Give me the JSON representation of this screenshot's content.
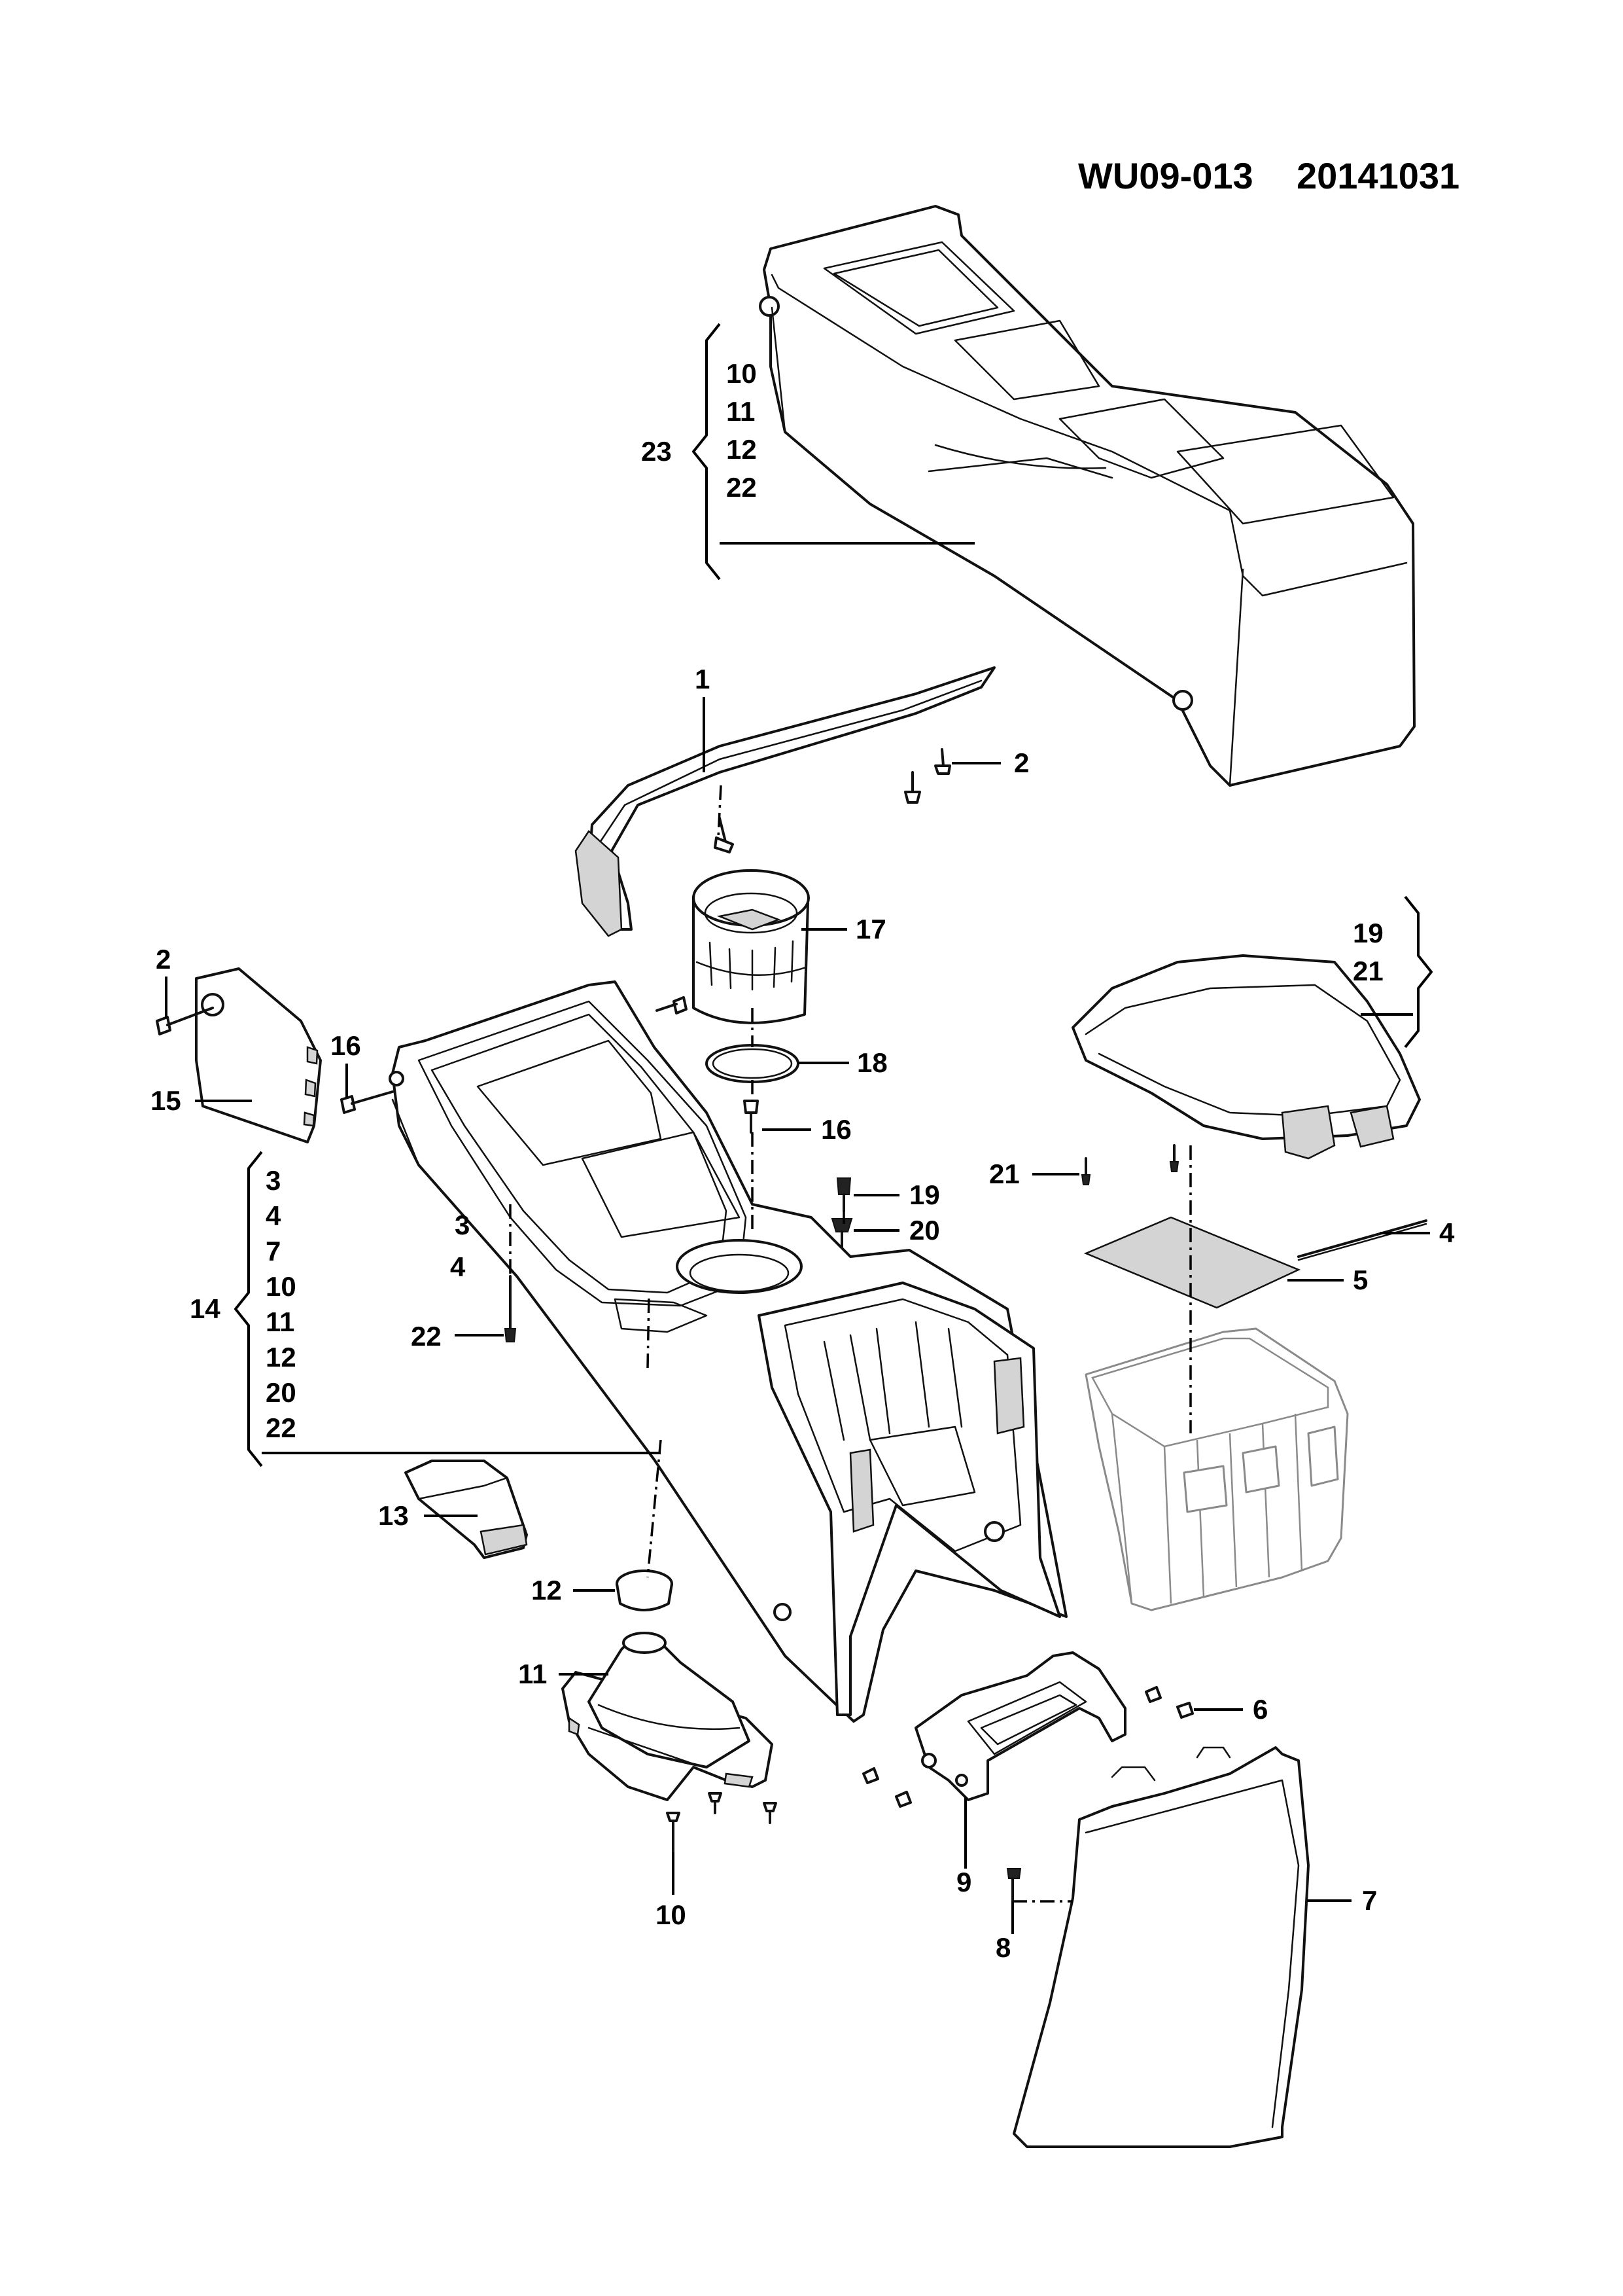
{
  "document": {
    "code": "WU09-013",
    "date": "20141031"
  },
  "callouts": {
    "c1": "1",
    "c2a": "2",
    "c2b": "2",
    "c3": "3",
    "c4a": "4",
    "c4b": "4",
    "c5": "5",
    "c6": "6",
    "c7": "7",
    "c8": "8",
    "c9": "9",
    "c10": "10",
    "c11": "11",
    "c12": "12",
    "c13": "13",
    "c14": "14",
    "c15": "15",
    "c16a": "16",
    "c16b": "16",
    "c17": "17",
    "c18": "18",
    "c19": "19",
    "c20": "20",
    "c21": "21",
    "c22": "22",
    "c23": "23"
  },
  "groups": {
    "g23": {
      "label": "23",
      "items": [
        "10",
        "11",
        "12",
        "22"
      ]
    },
    "g14": {
      "label": "14",
      "items": [
        "3",
        "4",
        "7",
        "10",
        "11",
        "12",
        "20",
        "22"
      ]
    },
    "g_armrest": {
      "items": [
        "19",
        "21"
      ]
    }
  }
}
